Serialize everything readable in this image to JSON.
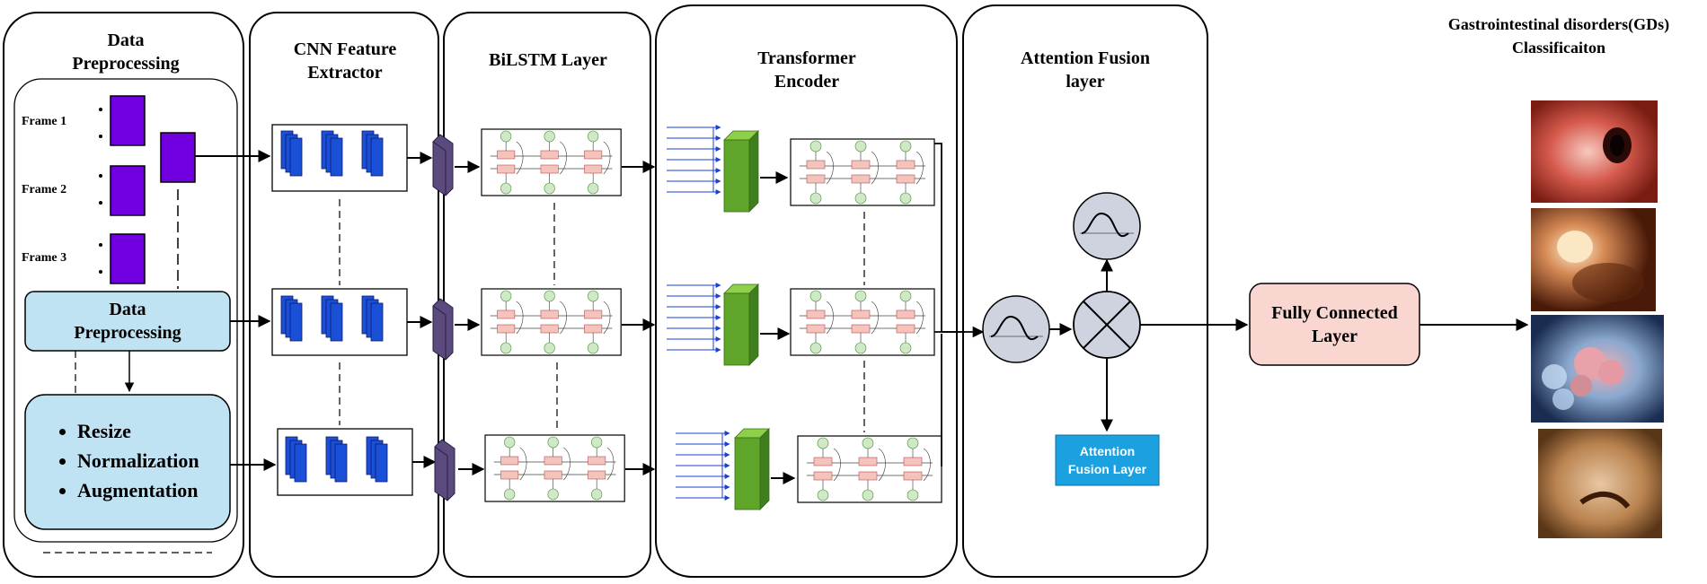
{
  "panels": {
    "data_preprocessing": {
      "title_line1": "Data",
      "title_line2": "Preprocessing"
    },
    "cnn": {
      "title_line1": "CNN Feature",
      "title_line2": "Extractor"
    },
    "bilstm": {
      "title_line1": "BiLSTM Layer"
    },
    "transformer": {
      "title_line1": "Transformer",
      "title_line2": "Encoder"
    },
    "attention": {
      "title_line1": "Attention Fusion",
      "title_line2": "layer"
    }
  },
  "frames": [
    "Frame 1",
    "Frame 2",
    "Frame 3"
  ],
  "preprocessing_box": {
    "line1": "Data",
    "line2": "Preprocessing"
  },
  "augmentation_list": [
    "Resize",
    "Normalization",
    "Augmentation"
  ],
  "attention_fusion_box": {
    "line1": "Attention",
    "line2": "Fusion Layer"
  },
  "fully_connected": {
    "line1": "Fully Connected",
    "line2": "Layer"
  },
  "output": {
    "title_line1": "Gastrointestinal disorders(GDs)",
    "title_line2": "Classificaiton"
  },
  "colors": {
    "frame_purple": "#7000e0",
    "cnn_blue": "#1a4fd8",
    "pool_purple": "#5a4a7e",
    "encoder_green": "#5fa52a",
    "light_blue_box": "#bfe3f2",
    "attention_box": "#1ba0e0",
    "fc_box": "#fad6d0",
    "circle_fill": "#cfd3df",
    "cell_pink": "#f4c4bc",
    "cell_green": "#cfe8c6"
  }
}
